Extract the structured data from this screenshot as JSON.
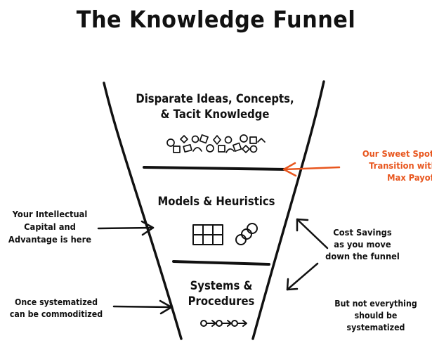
{
  "title": "The Knowledge Funnel",
  "stages": [
    {
      "label": "Disparate Ideas, Concepts,\n& Tacit Knowledge",
      "icon": "scattered-shapes-icon"
    },
    {
      "label": "Models & Heuristics",
      "icon": "grid-and-circles-icon"
    },
    {
      "label": "Systems &\nProcedures",
      "icon": "process-chain-icon"
    }
  ],
  "annotations": {
    "sweet_spot": "Our Sweet Spot:\nTransition with\nMax Payoff",
    "intellectual_capital": "Your Intellectual\nCapital and\nAdvantage is here",
    "cost_savings": "Cost Savings\nas you move\ndown the funnel",
    "once_systematized": "Once systematized\ncan be commoditized",
    "not_everything": "But not everything\nshould be systematized"
  },
  "colors": {
    "ink": "#111111",
    "accent": "#e8561e",
    "background": "#ffffff"
  }
}
